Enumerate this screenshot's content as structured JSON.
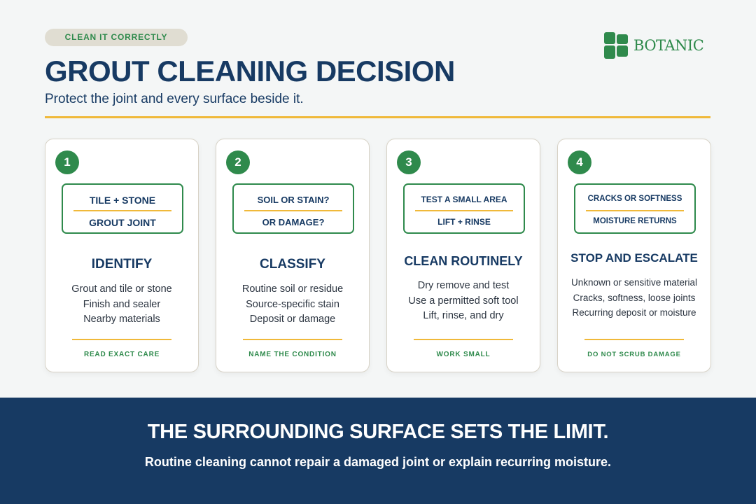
{
  "header": {
    "eyebrow": "CLEAN IT CORRECTLY",
    "title": "GROUT CLEANING DECISION",
    "subtitle": "Protect the joint and every surface beside it.",
    "logo_text": "BOTANIC"
  },
  "colors": {
    "navy": "#173a63",
    "green": "#2f8a4c",
    "gold": "#f0b93a",
    "pill": "#e0ddd2",
    "background": "#f4f6f6"
  },
  "cards": [
    {
      "number": "1",
      "tag_top": "TILE + STONE",
      "tag_bottom": "GROUT JOINT",
      "title": "IDENTIFY",
      "lines": [
        "Grout and tile or stone",
        "Finish and sealer",
        "Nearby materials"
      ],
      "footer": "READ EXACT CARE"
    },
    {
      "number": "2",
      "tag_top": "SOIL OR STAIN?",
      "tag_bottom": "OR DAMAGE?",
      "title": "CLASSIFY",
      "lines": [
        "Routine soil or residue",
        "Source-specific stain",
        "Deposit or damage"
      ],
      "footer": "NAME THE CONDITION"
    },
    {
      "number": "3",
      "tag_top": "TEST A SMALL AREA",
      "tag_bottom": "LIFT + RINSE",
      "title": "CLEAN ROUTINELY",
      "lines": [
        "Dry remove and test",
        "Use a permitted soft tool",
        "Lift, rinse, and dry"
      ],
      "footer": "WORK SMALL"
    },
    {
      "number": "4",
      "tag_top": "CRACKS OR SOFTNESS",
      "tag_bottom": "MOISTURE RETURNS",
      "title": "STOP AND ESCALATE",
      "lines": [
        "Unknown or sensitive material",
        "Cracks, softness, loose joints",
        "Recurring deposit or moisture"
      ],
      "footer": "DO NOT SCRUB DAMAGE"
    }
  ],
  "banner": {
    "title": "THE SURROUNDING SURFACE SETS THE LIMIT.",
    "text": "Routine cleaning cannot repair a damaged joint or explain recurring moisture."
  }
}
